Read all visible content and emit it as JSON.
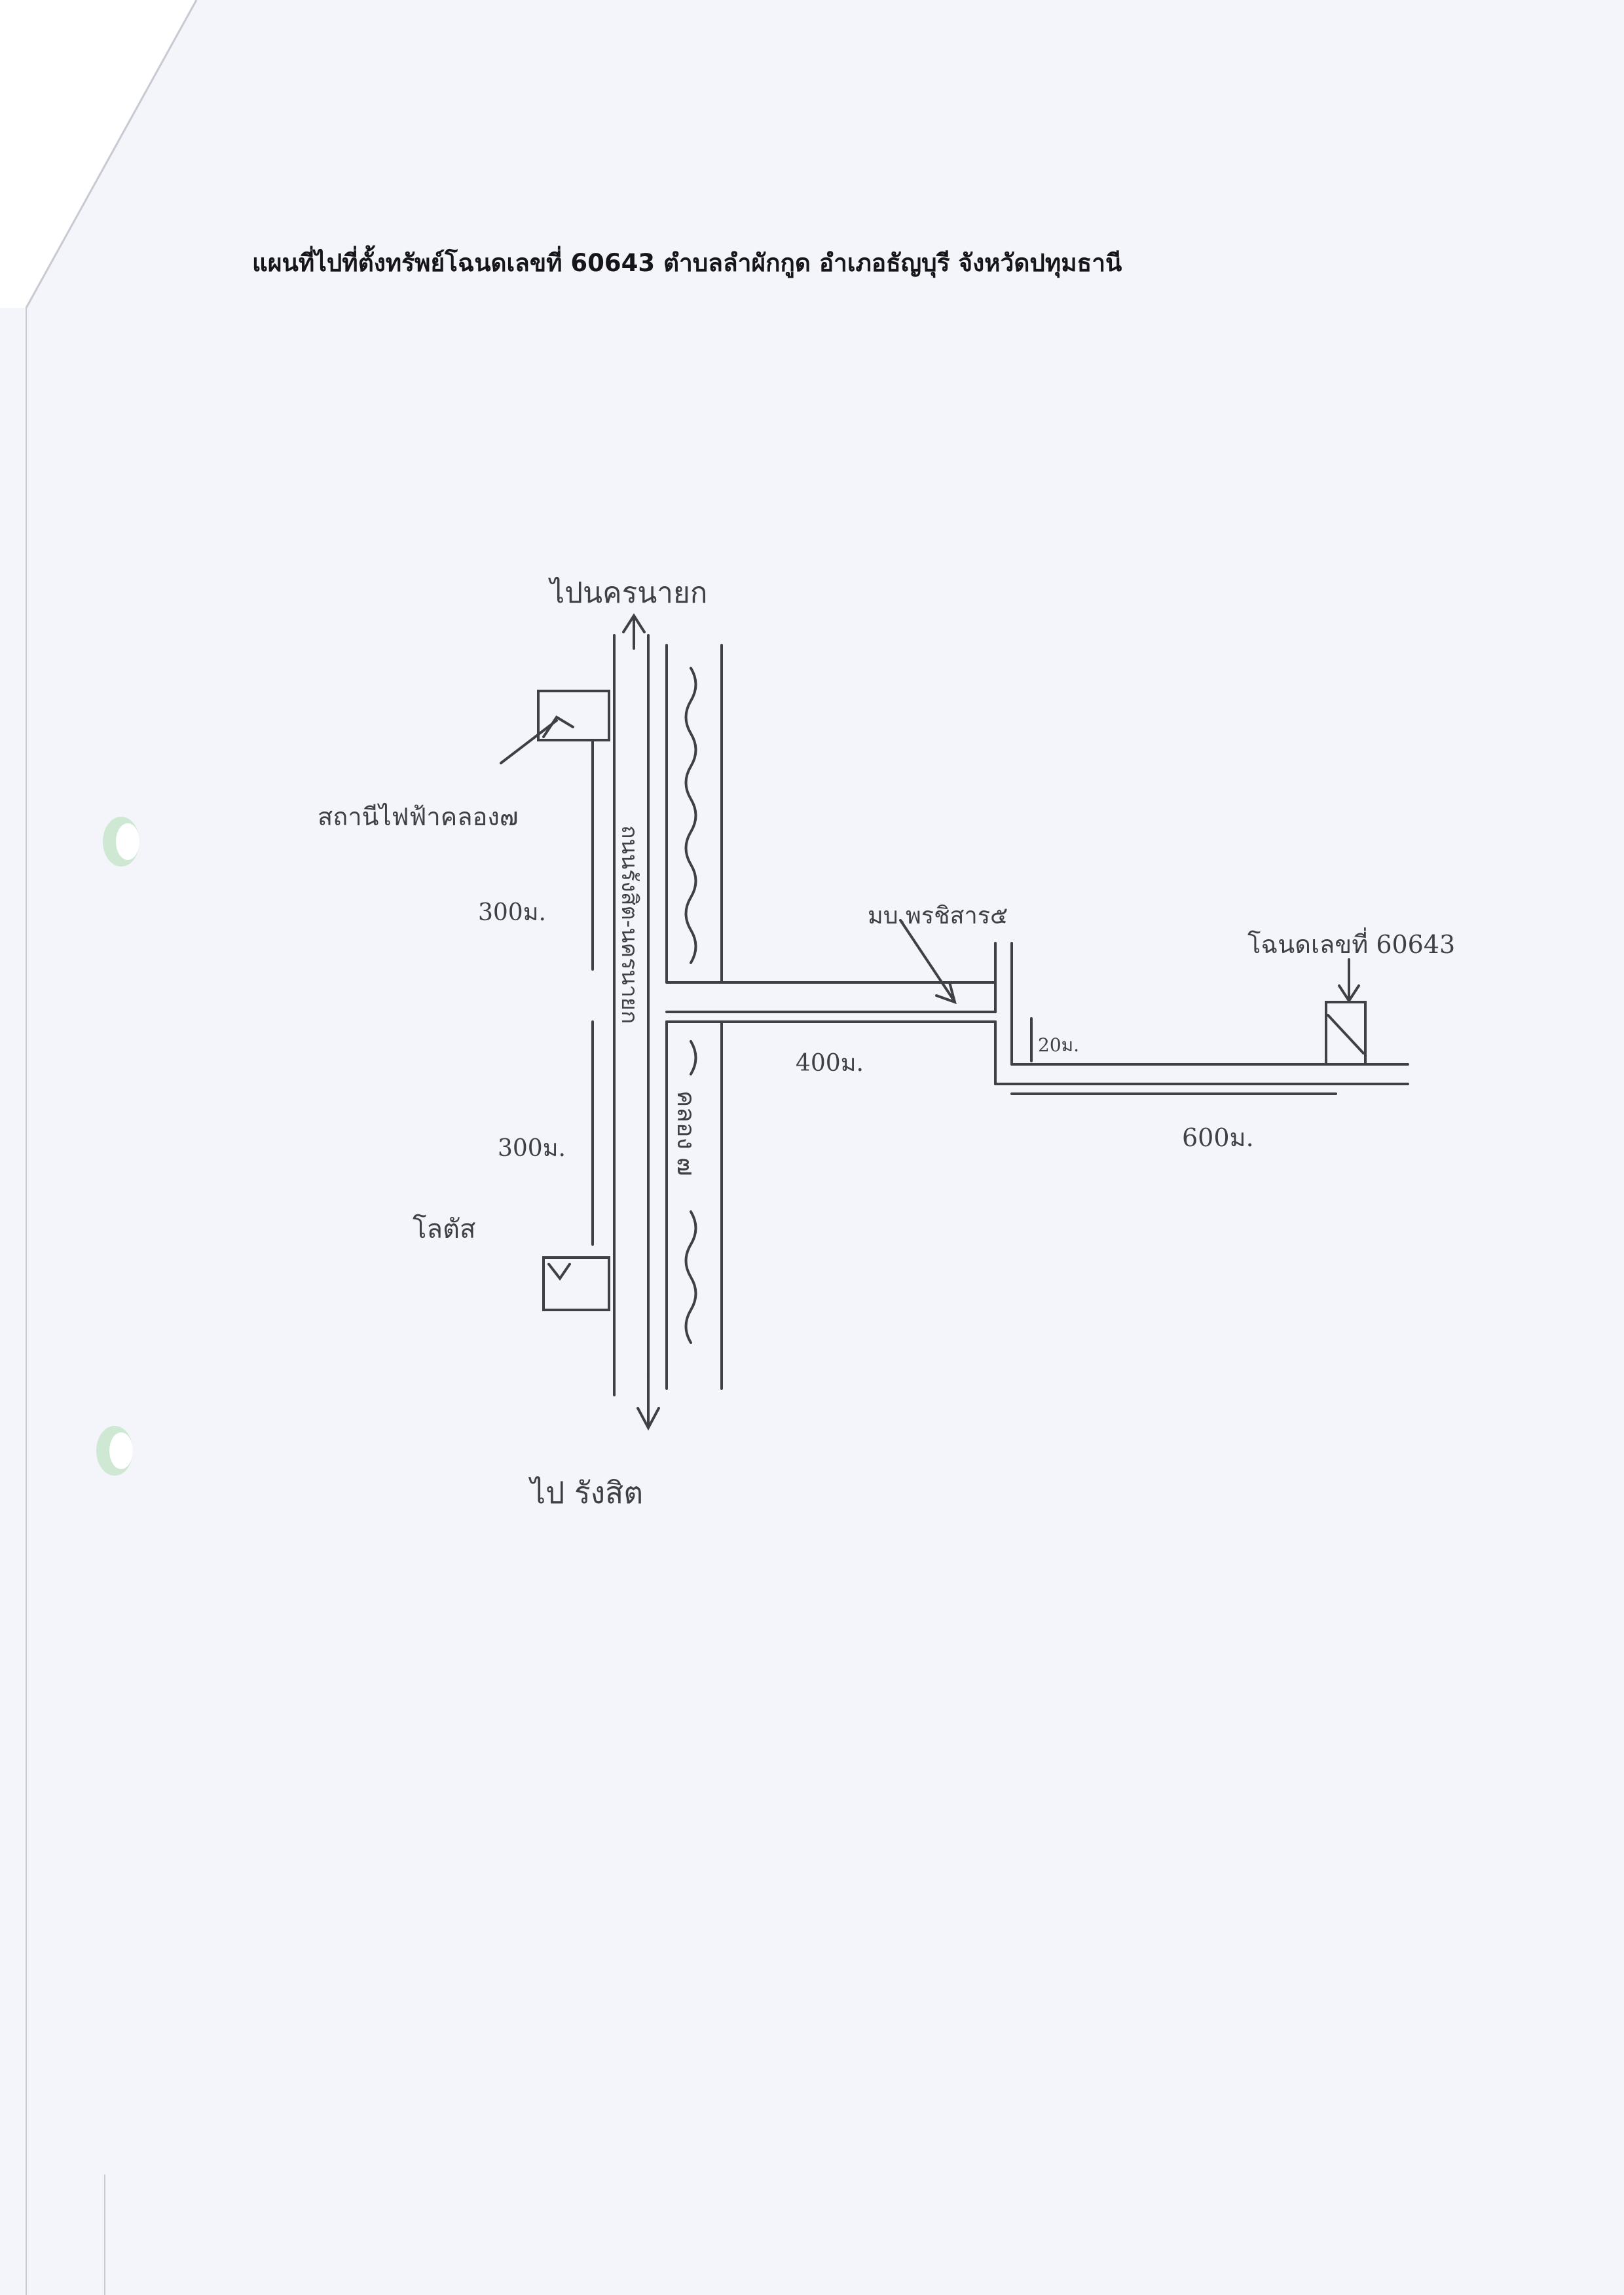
{
  "title": "แผนที่ไปที่ตั้งทรัพย์โฉนดเลขที่ 60643 ตำบลลำผักกูด อำเภอธัญบุรี จังหวัดปทุมธานี",
  "labels": {
    "to_north": "ไปนครนายก",
    "to_south": "ไป รังสิต",
    "station": "สถานีไฟฟ้าคลอง๗",
    "road": "ถนนรังสิต-นครนายก",
    "canal": "คลอง ๗",
    "village": "มบ.พรชิสาร๕",
    "deed": "โฉนดเลขที่ 60643",
    "lotus": "โลตัส"
  },
  "distances": {
    "north_segment": "300ม.",
    "south_segment": "300ม.",
    "east_road": "400ม.",
    "small_jog": "20ม.",
    "final_road": "600ม."
  },
  "colors": {
    "ink": "#3f3f48",
    "paper": "#f4f5fb"
  }
}
